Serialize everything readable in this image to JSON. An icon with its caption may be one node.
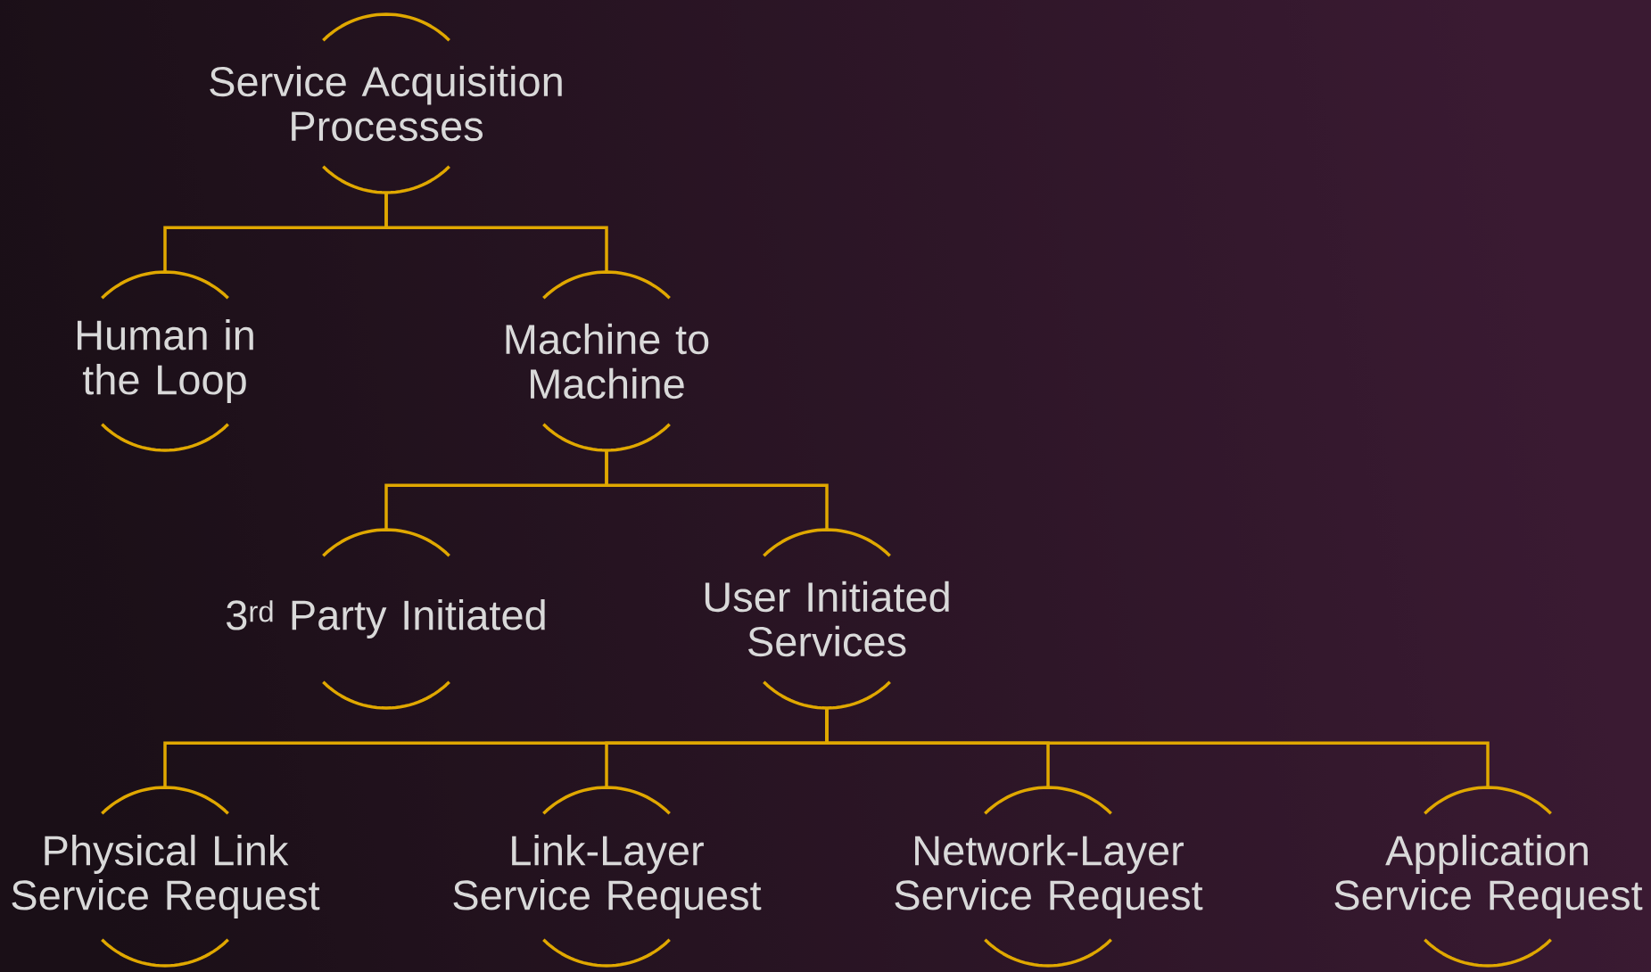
{
  "diagram": {
    "nodes": [
      {
        "text": [
          "Service Acquisition Processes"
        ]
      },
      {
        "text": [
          "Human in the Loop"
        ]
      },
      {
        "text": [
          "Machine to Machine"
        ]
      },
      {
        "text": [
          "3$^{rd}$ Party Initiated"
        ]
      },
      {
        "text": [
          "User Initiated Services"
        ]
      },
      {
        "text": [
          "Physical Link Service Request"
        ]
      },
      {
        "text": [
          "Link-Layer Service Request"
        ]
      },
      {
        "text": [
          "Network-Layer Service Request"
        ]
      },
      {
        "text": [
          "Application Service Request"
        ]
      }
    ],
    "edges": [
      {
        "from": 0,
        "to": 1,
        "arrow": "none"
      },
      {
        "from": 0,
        "to": 2,
        "arrow": "none"
      },
      {
        "from": 2,
        "to": 3,
        "arrow": "none"
      },
      {
        "from": 2,
        "to": 4,
        "arrow": "none"
      },
      {
        "from": 4,
        "to": 5,
        "arrow": "none"
      },
      {
        "from": 4,
        "to": 6,
        "arrow": "none"
      },
      {
        "from": 4,
        "to": 7,
        "arrow": "none"
      },
      {
        "from": 4,
        "to": 8,
        "arrow": "none"
      }
    ]
  }
}
